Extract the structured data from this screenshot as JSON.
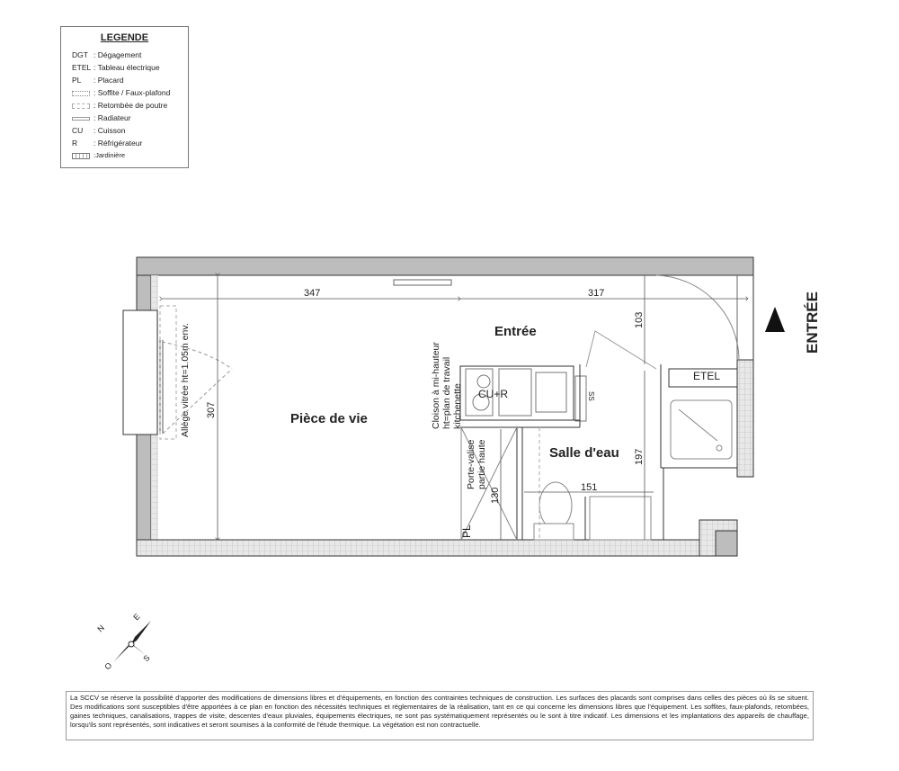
{
  "legend": {
    "title": "LEGENDE",
    "items": [
      {
        "code": "DGT",
        "label": ": Dégagement"
      },
      {
        "code": "ETEL",
        "label": ": Tableau électrique"
      },
      {
        "code": "PL",
        "label": ": Placard"
      },
      {
        "code": "",
        "label": ": Soffite / Faux-plafond",
        "symbol": "soffite"
      },
      {
        "code": "",
        "label": ": Retombée de poutre",
        "symbol": "retombee"
      },
      {
        "code": "",
        "label": ": Radiateur",
        "symbol": "radiateur"
      },
      {
        "code": "CU",
        "label": ": Cuisson"
      },
      {
        "code": "R",
        "label": ": Réfrigérateur"
      },
      {
        "code": "",
        "label": ":Jardinière",
        "symbol": "jardiniere"
      }
    ]
  },
  "plan": {
    "rooms": {
      "piece_de_vie": "Pièce de vie",
      "entree": "Entrée",
      "salle_deau": "Salle d'eau"
    },
    "labels": {
      "etel": "ETEL",
      "cu_r": "CU+R",
      "ss": "SS",
      "pl": "PL",
      "allege": "Allège vitrée ht=1.05m env.",
      "cloison_1": "Cloison à mi-hauteur",
      "cloison_2": "ht=plan de travail",
      "cloison_3": "kitchenette",
      "porte_valise_1": "Porte-valise",
      "porte_valise_2": "partie haute",
      "entry_marker": "ENTRÉE"
    },
    "dimensions": {
      "d347": "347",
      "d317": "317",
      "d103": "103",
      "d307": "307",
      "d197": "197",
      "d130": "130",
      "d151": "151"
    }
  },
  "compass": {
    "n": "N",
    "e": "E",
    "s": "S",
    "o": "O"
  },
  "disclaimer": "La SCCV se réserve la possibilité d'apporter des modifications de dimensions libres et d'équipements, en fonction des contraintes techniques de construction. Les surfaces des placards sont comprises dans celles des pièces où ils se situent. Des modifications sont susceptibles d'être apportées à ce plan en fonction des nécessités techniques et réglementaires de la réalisation, tant en ce qui concerne les dimensions libres que l'équipement. Les soffites, faux-plafonds, retombées, gaines techniques, canalisations, trappes de visite, descentes d'eaux pluviales, équipements électriques, ne sont pas systématiquement représentés ou le sont à titre indicatif. Les dimensions et les implantations des appareils de chauffage, lorsqu'ils sont représentés, sont indicatives et seront soumises à la conformité de l'étude thermique. La végétation est non contractuelle.",
  "colors": {
    "wall": "#bdbdbd",
    "line": "#333333",
    "dim": "#555555"
  }
}
